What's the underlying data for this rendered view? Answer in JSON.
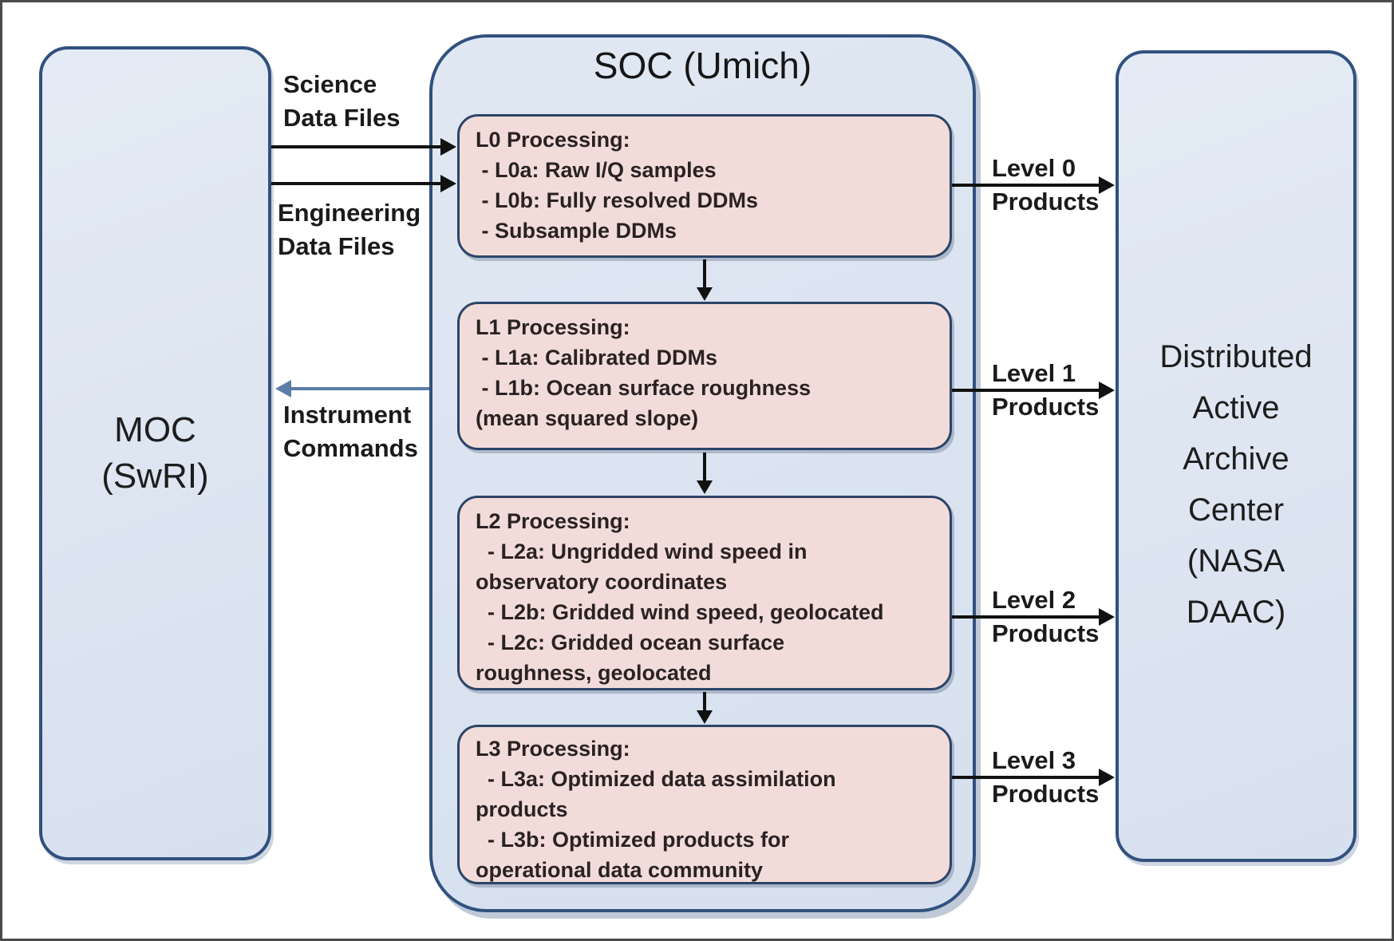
{
  "colors": {
    "box_fill_blue": "#dce4f0",
    "box_fill_pink": "#f2dcda",
    "border_navy": "#31517e",
    "arrow_black": "#111111",
    "arrow_blue": "#5b7da6"
  },
  "moc": {
    "lines": [
      "MOC",
      "(SwRI)"
    ]
  },
  "soc": {
    "title": "SOC (Umich)",
    "boxes": [
      {
        "lines": [
          "L0 Processing:",
          " - L0a: Raw I/Q samples",
          " - L0b: Fully resolved DDMs",
          " - Subsample DDMs"
        ]
      },
      {
        "lines": [
          "L1 Processing:",
          " - L1a: Calibrated DDMs",
          " - L1b: Ocean surface roughness",
          "(mean squared slope)"
        ]
      },
      {
        "lines": [
          "L2 Processing:",
          "  - L2a: Ungridded wind speed in",
          "observatory coordinates",
          "  - L2b: Gridded wind speed, geolocated",
          "  - L2c: Gridded ocean surface",
          "roughness, geolocated"
        ]
      },
      {
        "lines": [
          "L3 Processing:",
          "  - L3a: Optimized data assimilation",
          "products",
          "  - L3b: Optimized products for",
          "operational data community"
        ]
      }
    ]
  },
  "daac": {
    "lines": [
      "Distributed",
      "Active",
      "Archive",
      "Center",
      "(NASA",
      "DAAC)"
    ]
  },
  "flows": {
    "science": [
      "Science",
      "Data Files"
    ],
    "engineering": [
      "Engineering",
      "Data Files"
    ],
    "instrument": [
      "Instrument",
      "Commands"
    ],
    "level0": [
      "Level 0",
      "Products"
    ],
    "level1": [
      "Level 1",
      "Products"
    ],
    "level2": [
      "Level 2",
      "Products"
    ],
    "level3": [
      "Level 3",
      "Products"
    ]
  }
}
